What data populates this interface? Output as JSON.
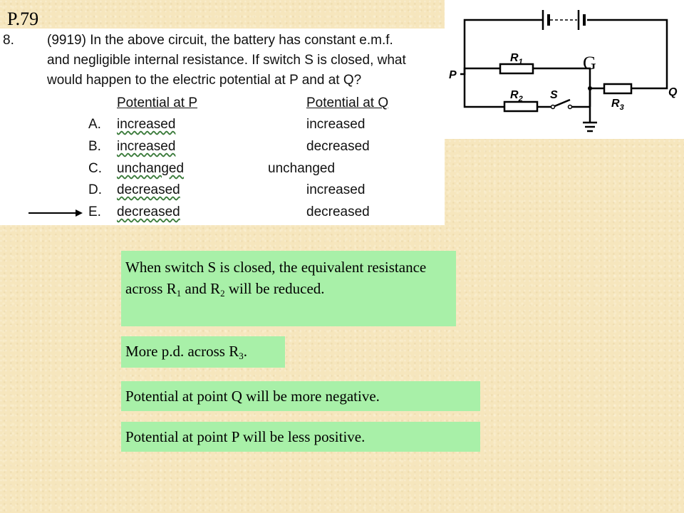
{
  "page_label": "P.79",
  "question": {
    "number": "8.",
    "lines": [
      "(9919) In the above circuit, the battery has constant e.m.f.",
      "and negligible internal resistance.  If switch S is closed, what",
      "would happen to the electric potential at P and at Q?"
    ],
    "headers": {
      "p": "Potential at P",
      "q": "Potential at Q"
    },
    "options": [
      {
        "letter": "A.",
        "p": "increased",
        "q": "increased"
      },
      {
        "letter": "B.",
        "p": "increased",
        "q": "decreased"
      },
      {
        "letter": "C.",
        "p": "unchanged",
        "q": "unchanged"
      },
      {
        "letter": "D.",
        "p": "decreased",
        "q": "increased"
      },
      {
        "letter": "E.",
        "p": "decreased",
        "q": "decreased"
      }
    ],
    "selected_answer": "E."
  },
  "circuit": {
    "label_p": "P",
    "label_q": "Q",
    "label_r1": "R",
    "label_r1_sub": "1",
    "label_r2": "R",
    "label_r2_sub": "2",
    "label_r3": "R",
    "label_r3_sub": "3",
    "label_s": "S",
    "label_g": "G"
  },
  "notes": {
    "note1_a": "When switch S is closed, the equivalent resistance across R",
    "note1_sub1": "1",
    "note1_b": " and R",
    "note1_sub2": "2",
    "note1_c": " will be reduced.",
    "note2_a": "More p.d. across R",
    "note2_sub": "3",
    "note2_b": ".",
    "note3": "Potential at point Q will be more negative.",
    "note4": "Potential at point P will be less positive."
  },
  "colors": {
    "background": "#f6e6bd",
    "note_bg": "#a8f0a8"
  }
}
